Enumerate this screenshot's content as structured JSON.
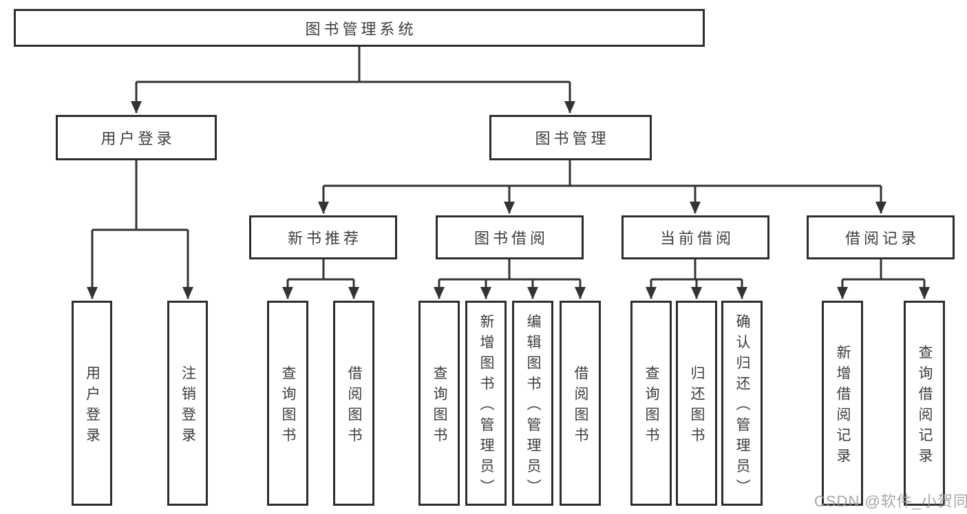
{
  "tree": {
    "label": "图书管理系统",
    "children": [
      {
        "label": "用户登录",
        "children": [
          {
            "label": "用户登录"
          },
          {
            "label": "注销登录"
          }
        ]
      },
      {
        "label": "图书管理",
        "children": [
          {
            "label": "新书推荐",
            "children": [
              {
                "label": "查询图书"
              },
              {
                "label": "借阅图书"
              }
            ]
          },
          {
            "label": "图书借阅",
            "children": [
              {
                "label": "查询图书"
              },
              {
                "label": "新增图书（管理员）"
              },
              {
                "label": "编辑图书（管理员）"
              },
              {
                "label": "借阅图书"
              }
            ]
          },
          {
            "label": "当前借阅",
            "children": [
              {
                "label": "查询图书"
              },
              {
                "label": "归还图书"
              },
              {
                "label": "确认归还（管理员）"
              }
            ]
          },
          {
            "label": "借阅记录",
            "children": [
              {
                "label": "新增借阅记录"
              },
              {
                "label": "查询借阅记录"
              }
            ]
          }
        ]
      }
    ]
  },
  "watermark": "CSDN @软件_小贺同学",
  "colors": {
    "line": "#333333",
    "box_border": "#2d2d2d",
    "text": "#3d3d3d",
    "background": "#ffffff",
    "watermark": "#969696"
  }
}
